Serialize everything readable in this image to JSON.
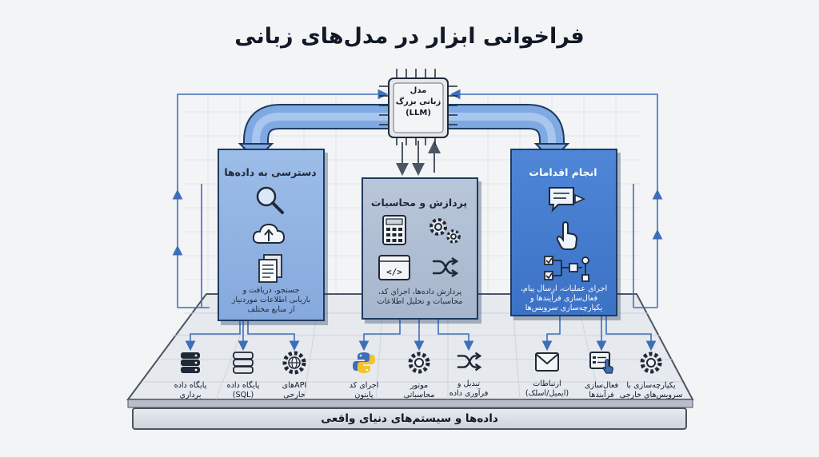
{
  "title": "فراخوانی ابزار در مدل‌های زبانی",
  "llm": {
    "label": "مدل\nزبانی بزرگ\n(LLM)",
    "icon": "brain-chip-icon"
  },
  "boxes": {
    "data_access": {
      "title": "دسترسی به داده‌ها",
      "description": "جستجو، دریافت و\nبازیابی اطلاعات موردنیاز\nاز منابع مختلف",
      "icons": [
        "magnifier-icon",
        "cloud-upload-icon",
        "documents-icon"
      ]
    },
    "processing": {
      "title": "پردازش و محاسبات",
      "description": "پردازش داده‌ها، اجرای کد،\nمحاسبات و تحلیل اطلاعات",
      "icons": [
        "calculator-icon",
        "gears-icon",
        "code-window-icon",
        "shuffle-icon"
      ]
    },
    "actions": {
      "title": "انجام اقدامات",
      "description": "اجرای عملیات، ارسال پیام،\nفعال‌سازی فرآیندها و\nیکپارچه‌سازی سرویس‌ها",
      "icons": [
        "message-send-icon",
        "pointer-hand-icon",
        "workflow-icon"
      ]
    }
  },
  "tools": [
    {
      "label": "پایگاه داده\nبرداری",
      "icon": "database-icon"
    },
    {
      "label": "پایگاه داده\n(SQL)",
      "icon": "database-icon"
    },
    {
      "label": "APIهای\nخارجی",
      "icon": "globe-gear-icon"
    },
    {
      "label": "اجرای کد\nپایتون",
      "icon": "python-icon"
    },
    {
      "label": "موتور\nمحاسباتی",
      "icon": "gear-icon"
    },
    {
      "label": "تبدیل و\nفرآوری داده",
      "icon": "shuffle-icon"
    },
    {
      "label": "ارتباطات\n(ایمیل/اسلک)",
      "icon": "envelope-icon"
    },
    {
      "label": "فعال‌سازی\nفرآیندها",
      "icon": "form-click-icon"
    },
    {
      "label": "یکپارچه‌سازی با\nسرویس‌های خارجی",
      "icon": "gear-icon"
    }
  ],
  "base": {
    "label": "داده‌ها و سیستم‌های دنیای واقعی"
  },
  "colors": {
    "accent": "#3c72c6",
    "pipe": "#6f9ee0",
    "outline": "#1e3a5f"
  }
}
